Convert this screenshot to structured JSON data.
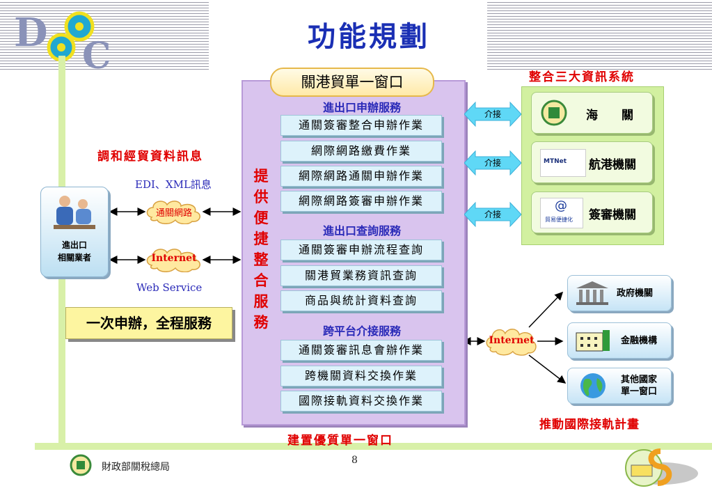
{
  "title": "功能規劃",
  "central": {
    "window_label": "關港貿單一窗口",
    "vertical_label": "提供便捷整合服務",
    "sections": [
      {
        "title": "進出口申辦服務",
        "items": [
          "通關簽審整合申辦作業",
          "網際網路繳費作業",
          "網際網路通關申辦作業",
          "網際網路簽審申辦作業"
        ]
      },
      {
        "title": "進出口查詢服務",
        "items": [
          "通關簽審申辦流程查詢",
          "關港貿業務資訊查詢",
          "商品與統計資料查詢"
        ]
      },
      {
        "title": "跨平台介接服務",
        "items": [
          "通關簽審訊息會辦作業",
          "跨機關資料交換作業",
          "國際接軌資料交換作業"
        ]
      }
    ],
    "bottom_label": "建置優質單一窗口"
  },
  "right": {
    "group_title": "整合三大資訊系統",
    "connector_label": "介接",
    "systems": [
      "海　　關",
      "航港機關",
      "簽審機關"
    ],
    "logo_text": {
      "mtnet": "MTNet",
      "trade": "貿易便捷化"
    }
  },
  "left": {
    "title": "調和經貿資料訊息",
    "format_label": "EDI、XML訊息",
    "network1": "通關網路",
    "network2": "Internet",
    "web_service": "Web Service",
    "business_line1": "進出口",
    "business_line2": "相關業者",
    "slogan": "一次申辦，全程服務"
  },
  "bottom_right": {
    "cloud": "Internet",
    "entities": [
      {
        "lines": [
          "政府機關"
        ]
      },
      {
        "lines": [
          "金融機構"
        ]
      },
      {
        "lines": [
          "其他國家",
          "單一窗口"
        ]
      }
    ],
    "label": "推動國際接軌計畫"
  },
  "footer": {
    "org": "財政部關稅總局",
    "page": "8"
  },
  "colors": {
    "title_blue": "#1a2fb4",
    "panel_purple": "#d9c4ee",
    "accent_red": "#e00000",
    "group_green": "#d2f0a0",
    "service_cyan": "#ddf2fb"
  }
}
